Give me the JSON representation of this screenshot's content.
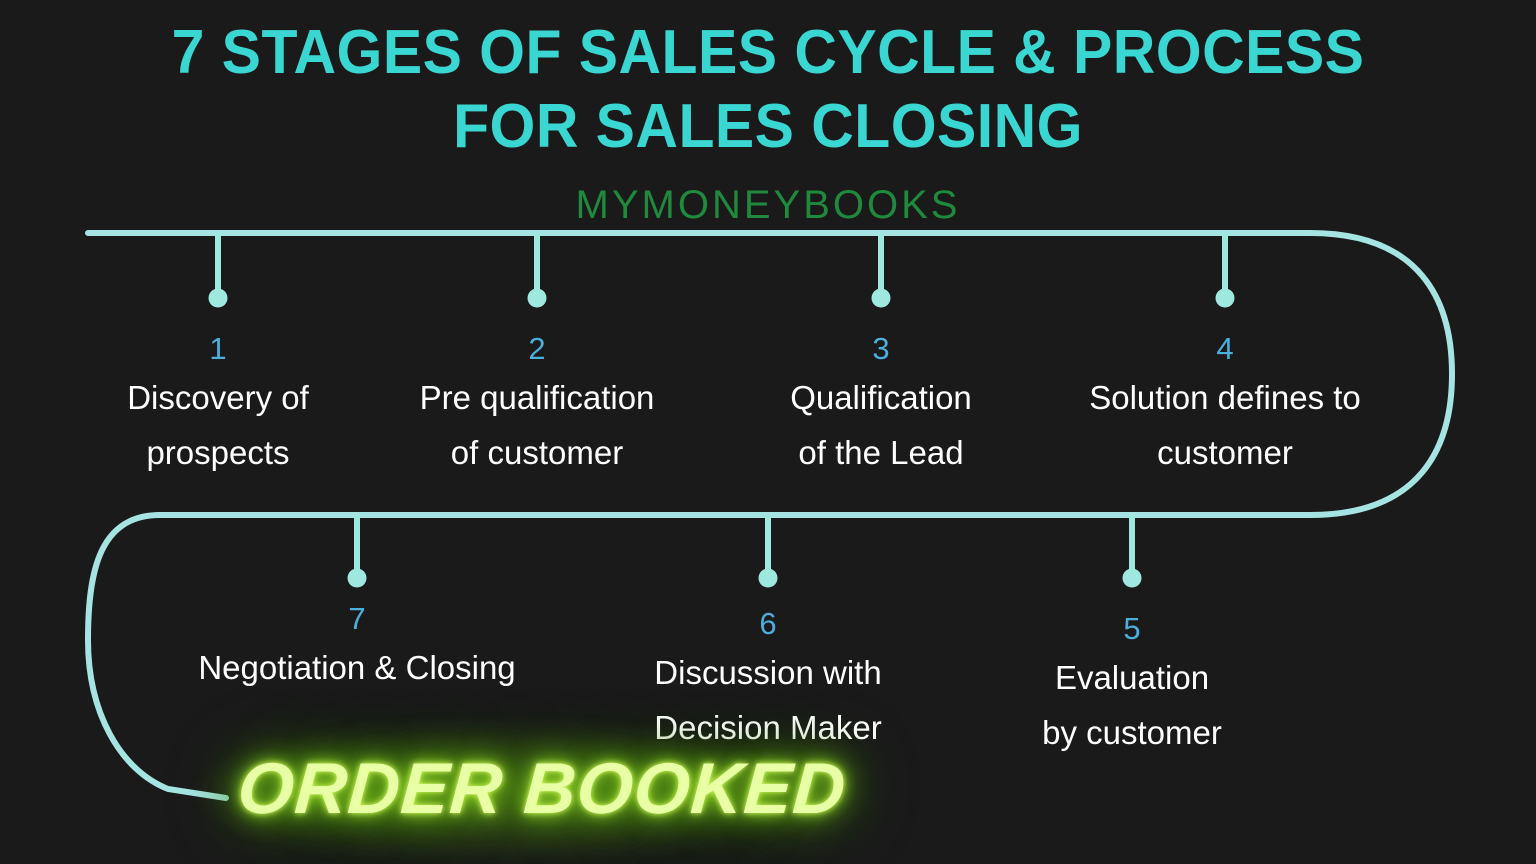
{
  "background_color": "#1a1a1a",
  "header": {
    "title_lines": [
      "7 STAGES OF SALES CYCLE & PROCESS",
      "FOR SALES CLOSING"
    ],
    "title_color": "#3ad7d2",
    "subtitle": "MYMONEYBOOKS",
    "subtitle_color": "#1f8a3d"
  },
  "track": {
    "line_color": "#a5e4e2",
    "dot_color": "#9fe8e0",
    "number_color": "#4bafdc",
    "label_color": "#ffffff"
  },
  "stages": [
    {
      "number": "1",
      "label": "Discovery of\nprospects",
      "row": "top"
    },
    {
      "number": "2",
      "label": "Pre qualification\nof customer",
      "row": "top"
    },
    {
      "number": "3",
      "label": "Qualification\nof the Lead",
      "row": "top"
    },
    {
      "number": "4",
      "label": "Solution defines to\ncustomer",
      "row": "top"
    },
    {
      "number": "5",
      "label": "Evaluation\nby customer",
      "row": "bottom"
    },
    {
      "number": "6",
      "label": "Discussion with\nDecision Maker",
      "row": "bottom"
    },
    {
      "number": "7",
      "label": "Negotiation & Closing",
      "row": "bottom"
    }
  ],
  "outcome": {
    "label": "ORDER BOOKED",
    "text_color": "#e9ffa6",
    "glow_color": "#9ad92b"
  }
}
